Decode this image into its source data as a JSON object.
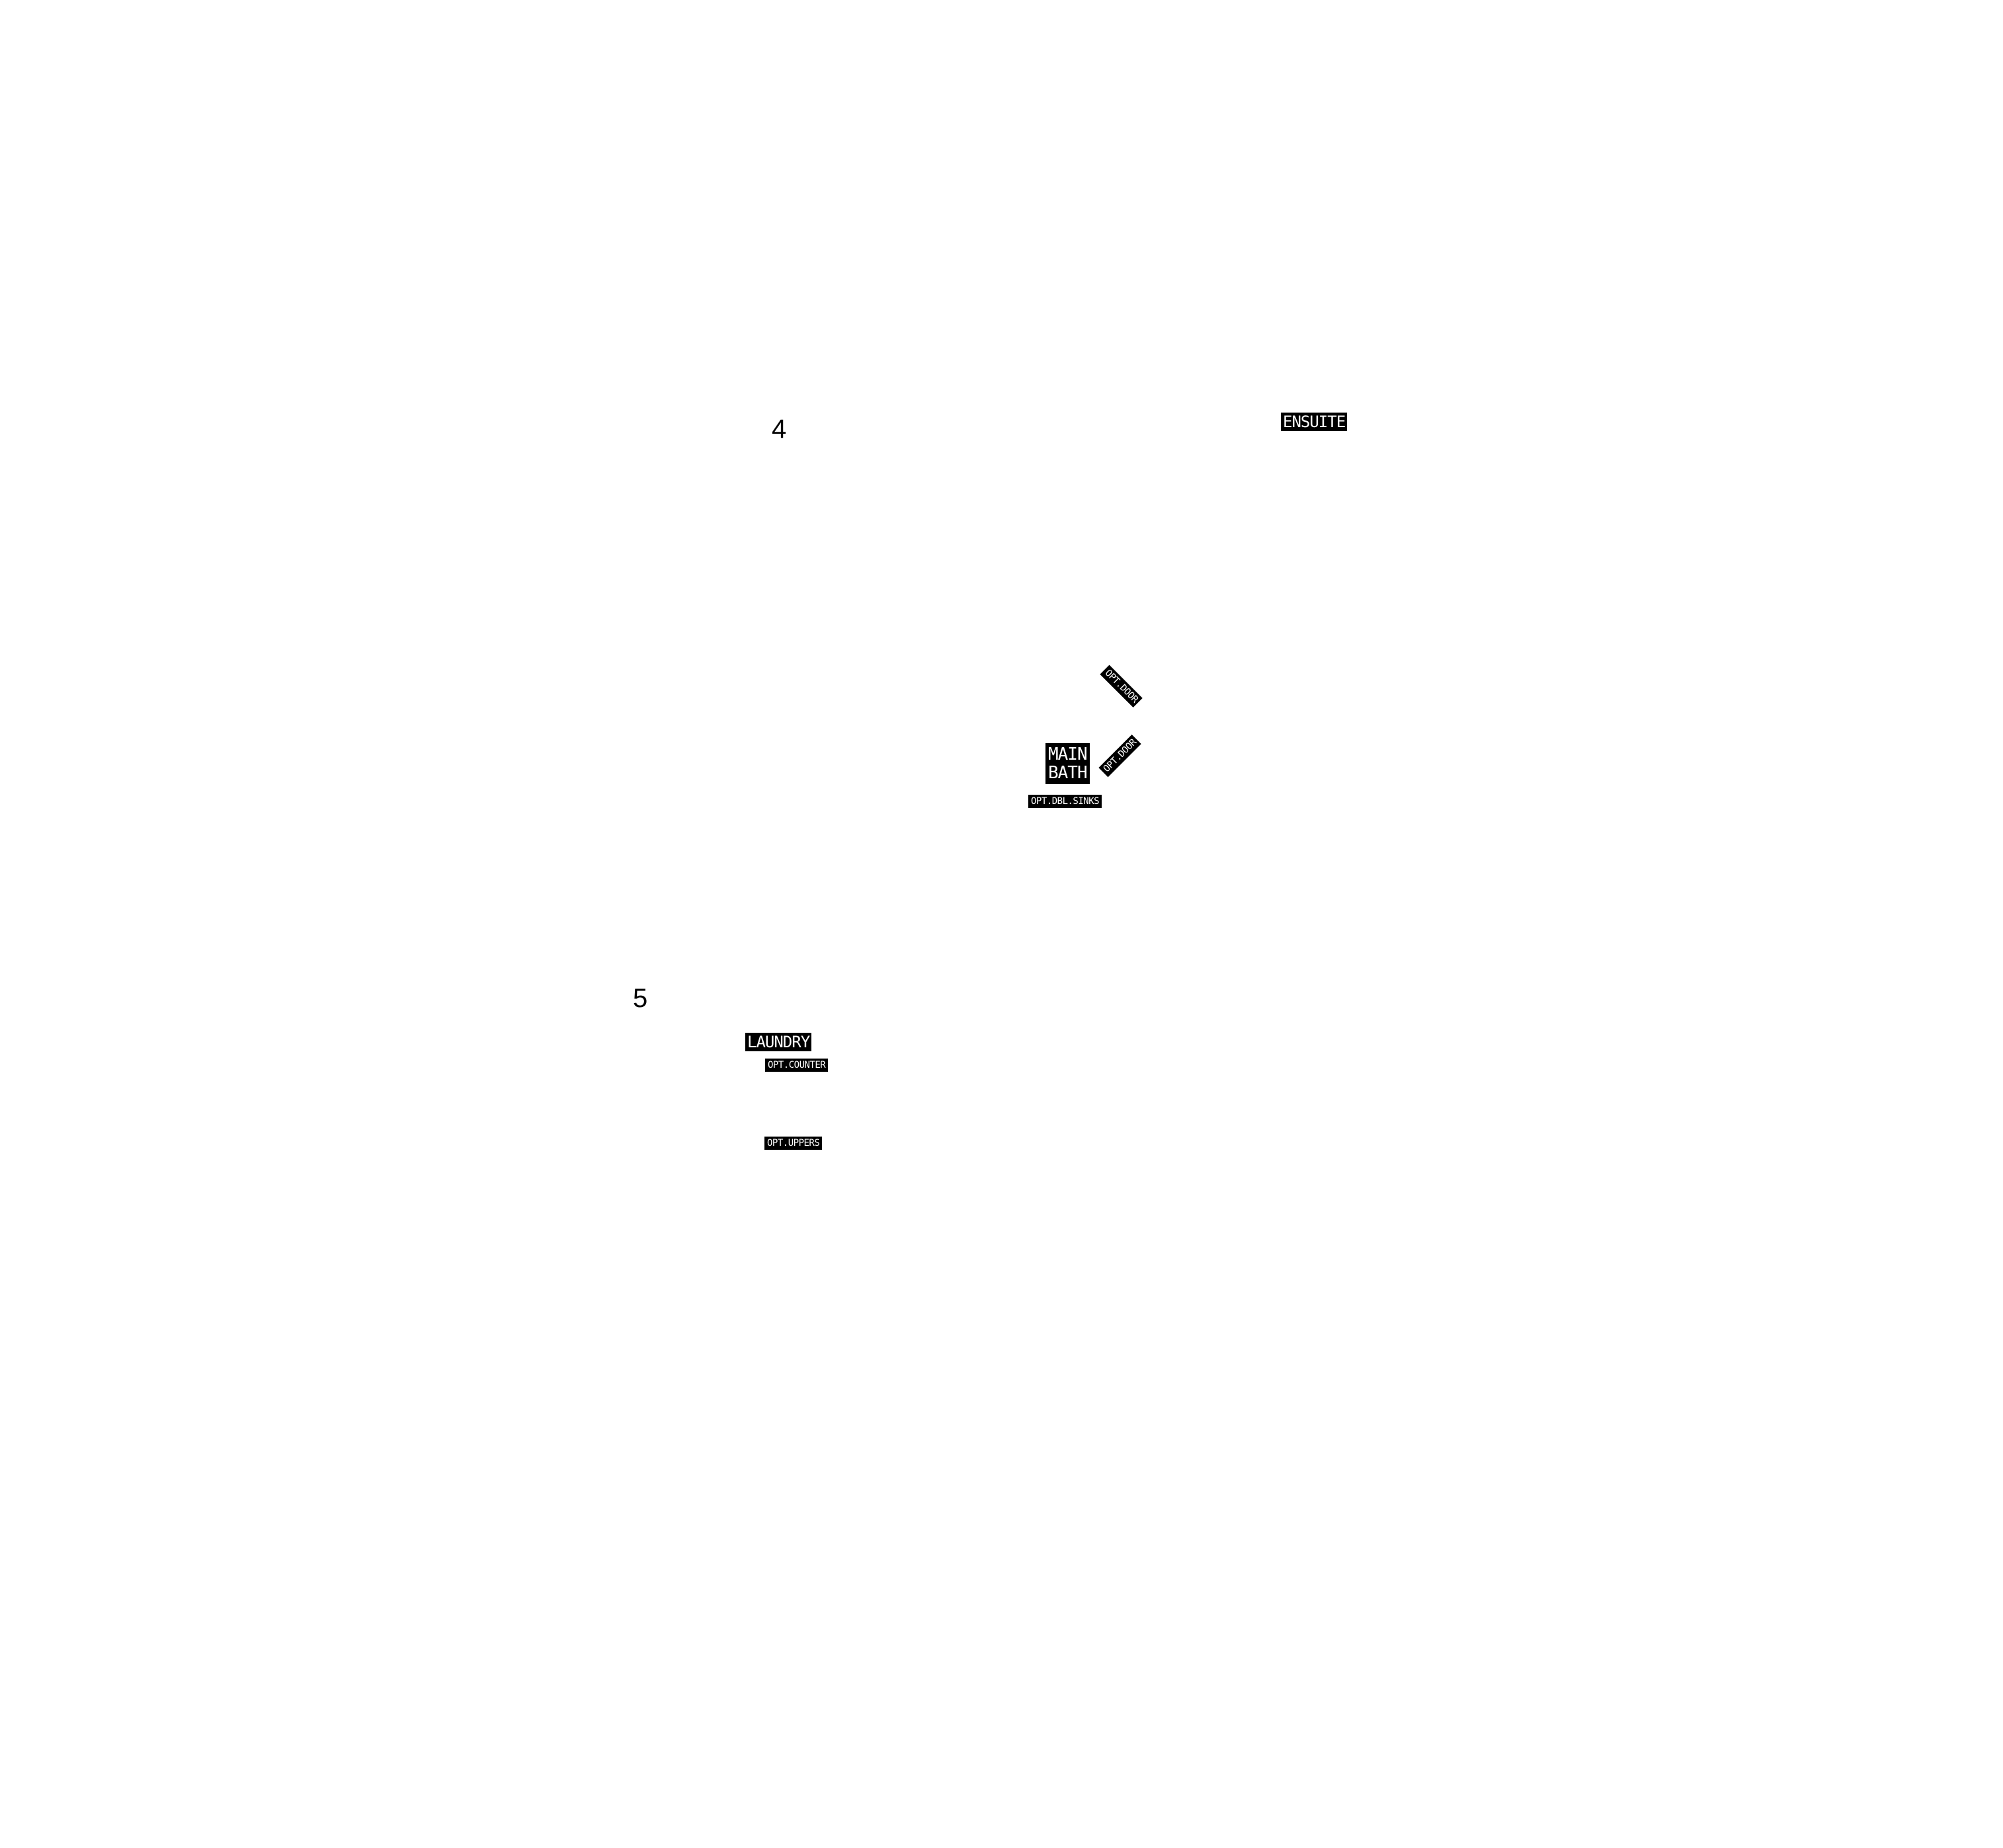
{
  "plan": {
    "markers": {
      "unit_4": "4",
      "unit_5": "5"
    },
    "rooms": {
      "ensuite": "ENSUITE",
      "laundry": "LAUNDRY",
      "main_bath_line1": "MAIN",
      "main_bath_line2": "BATH"
    },
    "options": {
      "door_1": "OPT.DOOR",
      "door_2": "OPT.DOOR",
      "dbl_sinks": "OPT.DBL.SINKS",
      "counter": "OPT.COUNTER",
      "uppers": "OPT.UPPERS"
    },
    "colors": {
      "background": "#ffffff",
      "label_background": "#000000",
      "label_text": "#ffffff"
    }
  }
}
